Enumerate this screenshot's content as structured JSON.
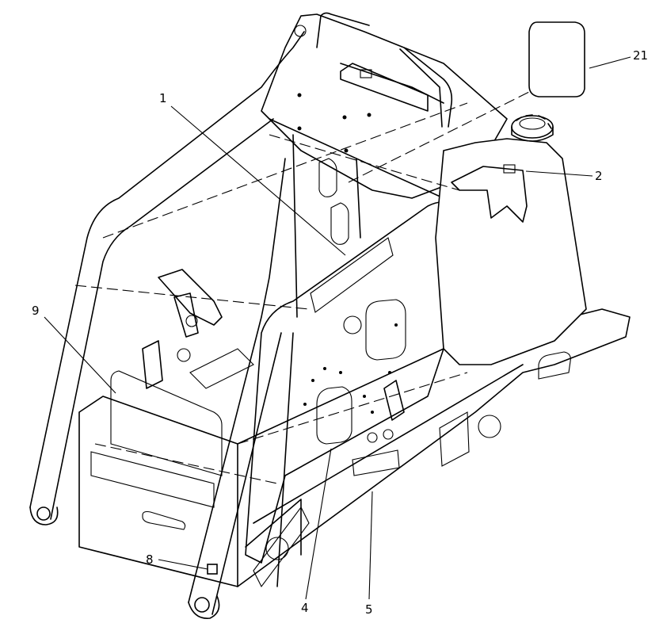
{
  "callouts": {
    "c1": "1",
    "c2": "2",
    "c4": "4",
    "c5": "5",
    "c8": "8",
    "c9": "9",
    "c21": "21"
  }
}
